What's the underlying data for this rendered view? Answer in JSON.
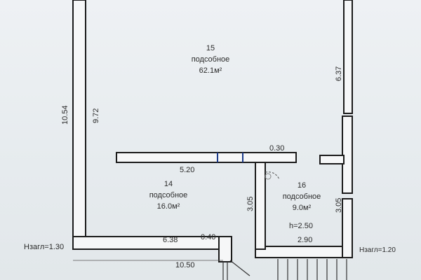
{
  "rooms": [
    {
      "number": "15",
      "name": "подсобное",
      "area": "62.1м²"
    },
    {
      "number": "14",
      "name": "подсобное",
      "area": "16.0м²"
    },
    {
      "number": "16",
      "name": "подсобное",
      "area": "9.0м²"
    }
  ],
  "dimensions": {
    "left_outer": "10.54",
    "left_inner": "9.72",
    "right_top": "6.37",
    "right_bottom": "3.05",
    "mid_vertical": "3.05",
    "partition_top": "0.30",
    "room14_width": "5.20",
    "bottom_inner": "6.38",
    "bottom_small": "0.40",
    "bottom_outer": "10.50",
    "room16_width": "2.90",
    "room16_height": "h=2.50"
  },
  "levels": {
    "left": "Нзагл=1.30",
    "right": "Нзагл=1.20"
  }
}
